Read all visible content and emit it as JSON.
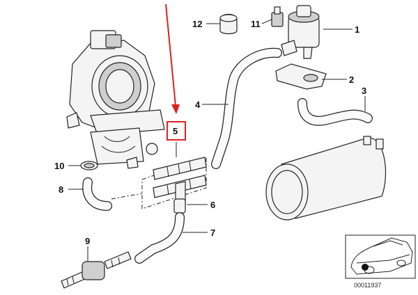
{
  "callouts": {
    "p1": "1",
    "p2": "2",
    "p3": "3",
    "p4": "4",
    "p5": "5",
    "p6": "6",
    "p7": "7",
    "p8": "8",
    "p9": "9",
    "p10": "10",
    "p11": "11",
    "p12": "12"
  },
  "reference_code": "00011937",
  "colors": {
    "highlight": "#e02020",
    "ink": "#222222",
    "background": "#ffffff"
  }
}
